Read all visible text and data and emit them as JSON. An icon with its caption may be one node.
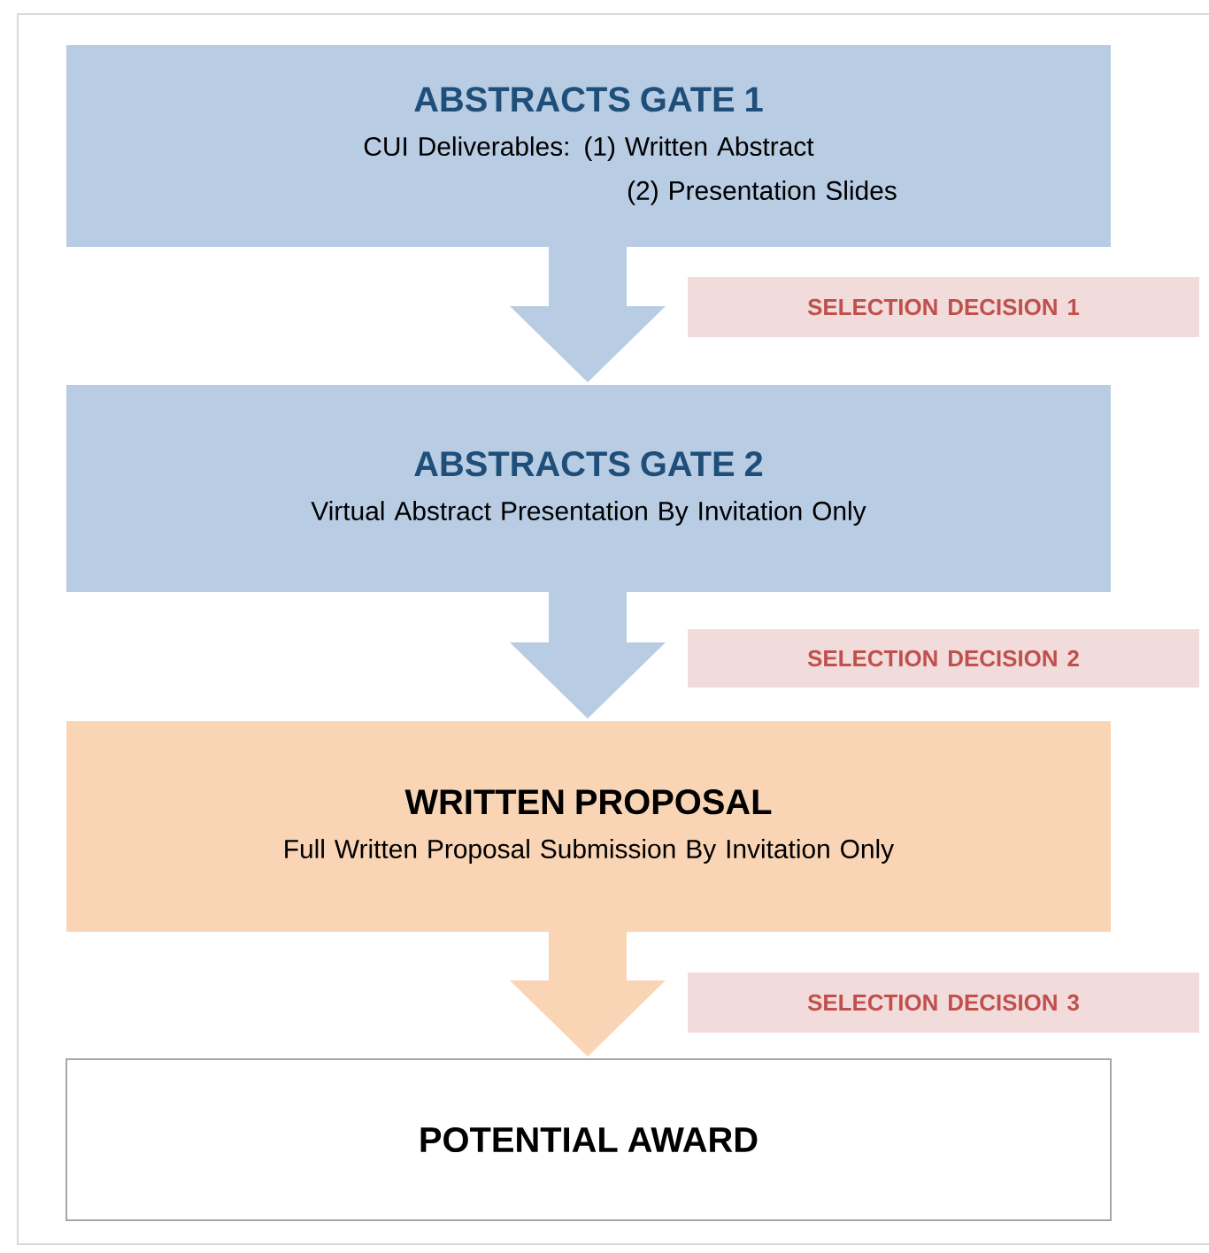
{
  "diagram": {
    "nodes": [
      {
        "text": [
          "ABSTRACTS GATE 1",
          "CUI Deliverables: (1) Written Abstract",
          "(2) Presentation Slides"
        ]
      },
      {
        "text": [
          "SELECTION DECISION 1"
        ]
      },
      {
        "text": [
          "ABSTRACTS GATE 2",
          "Virtual Abstract Presentation By Invitation Only"
        ]
      },
      {
        "text": [
          "SELECTION DECISION 2"
        ]
      },
      {
        "text": [
          "WRITTEN PROPOSAL",
          "Full Written Proposal Submission By Invitation Only"
        ]
      },
      {
        "text": [
          "SELECTION DECISION 3"
        ]
      },
      {
        "text": [
          "POTENTIAL AWARD"
        ]
      }
    ],
    "edges": [
      {
        "from": 0,
        "to": 2,
        "arrow": "to",
        "color": "#b8cce4"
      },
      {
        "from": 2,
        "to": 4,
        "arrow": "to",
        "color": "#b8cce4"
      },
      {
        "from": 4,
        "to": 6,
        "arrow": "to",
        "color": "#fad5b5"
      }
    ]
  }
}
